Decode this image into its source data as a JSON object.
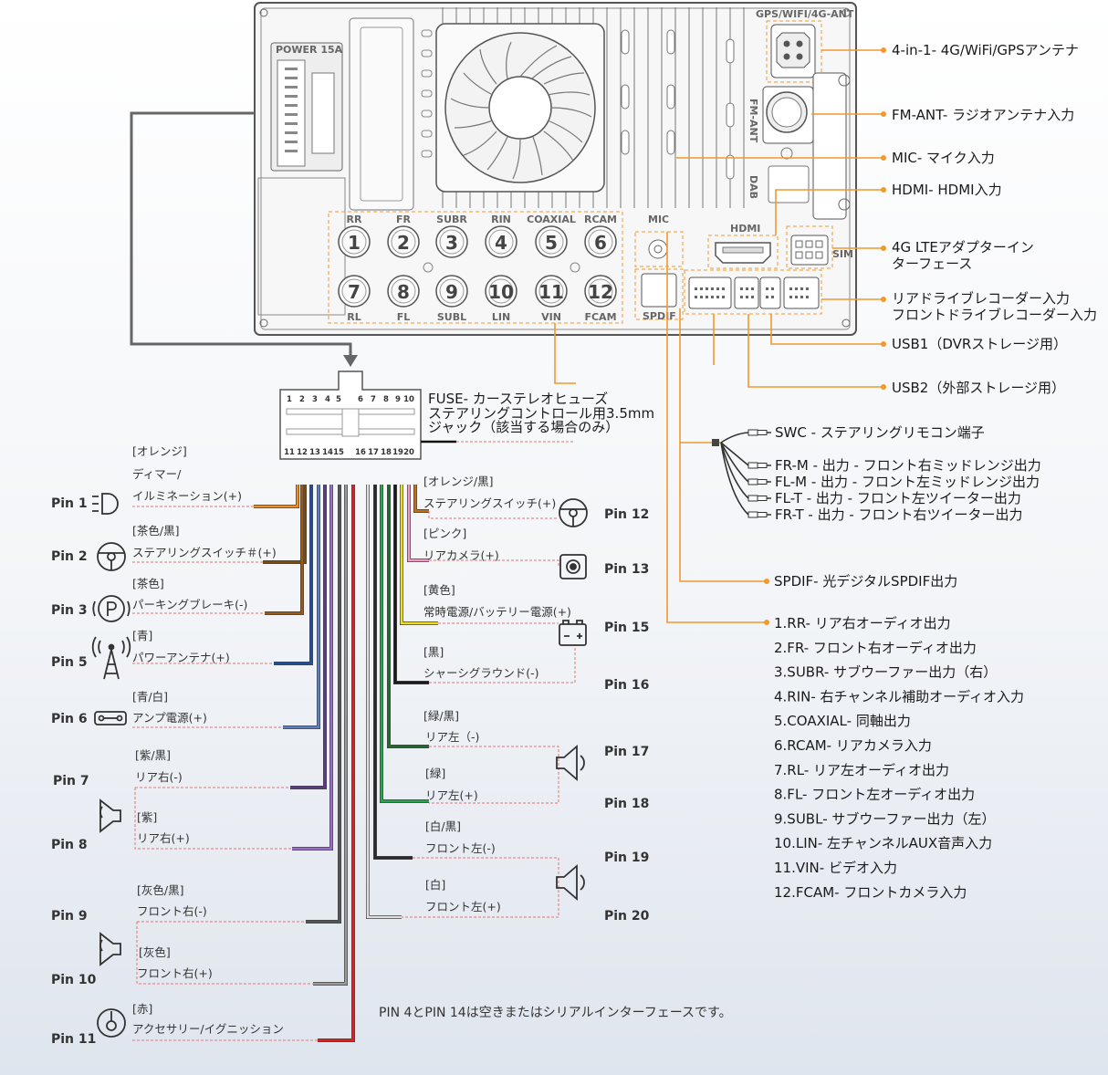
{
  "board": {
    "power": "POWER 15A",
    "gps_silk": "GPS/WIFI/4G-ANT",
    "fm_silk": "FM-ANT",
    "dab_silk": "DAB",
    "mic_silk": "MIC",
    "hdmi_silk": "HDMI",
    "sim_silk": "SIM",
    "spdif_silk": "SPDIF",
    "rca_top": [
      {
        "num": "1",
        "label": "RR"
      },
      {
        "num": "2",
        "label": "FR"
      },
      {
        "num": "3",
        "label": "SUBR"
      },
      {
        "num": "4",
        "label": "RIN"
      },
      {
        "num": "5",
        "label": "COAXIAL"
      },
      {
        "num": "6",
        "label": "RCAM"
      }
    ],
    "rca_bottom": [
      {
        "num": "7",
        "label": "RL"
      },
      {
        "num": "8",
        "label": "FL"
      },
      {
        "num": "9",
        "label": "SUBL"
      },
      {
        "num": "10",
        "label": "LIN"
      },
      {
        "num": "11",
        "label": "VIN"
      },
      {
        "num": "12",
        "label": "FCAM"
      }
    ]
  },
  "connector": {
    "top_pins": [
      "1",
      "2",
      "3",
      "4",
      "5",
      "6",
      "7",
      "8",
      "9",
      "10"
    ],
    "bottom_pins": [
      "11",
      "12",
      "13",
      "14",
      "15",
      "16",
      "17",
      "18",
      "19",
      "20"
    ]
  },
  "right_callouts": {
    "antenna": "4-in-1- 4G/WiFi/GPSアンテナ",
    "fm": "FM-ANT- ラジオアンテナ入力",
    "mic": "MIC- マイク入力",
    "hdmi": "HDMI- HDMI入力",
    "lte_1": "4G LTEアダプターイン",
    "lte_2": "ターフェース",
    "dvr_1": "リアドライブレコーダー入力",
    "dvr_2": "フロントドライブレコーダー入力",
    "usb1": "USB1（DVRストレージ用）",
    "usb2": "USB2（外部ストレージ用）"
  },
  "fuse": {
    "line1": "FUSE- カーステレオヒューズ",
    "line2": "ステアリングコントロール用3.5mm",
    "line3": "ジャック（該当する場合のみ）"
  },
  "harness": {
    "swc": "SWC - ステアリングリモコン端子",
    "frm": "FR-M - 出力 - フロント右ミッドレンジ出力",
    "flm": "FL-M - 出力 - フロント左ミッドレンジ出力",
    "flt": "FL-T - 出力 - フロント左ツイーター出力",
    "frt": "FR-T - 出力 - フロント右ツイーター出力"
  },
  "spdif": "SPDIF- 光デジタルSPDIF出力",
  "rca_list": [
    "1.RR- リア右オーディオ出力",
    "2.FR- フロント右オーディオ出力",
    "3.SUBR- サブウーファー出力（右）",
    "4.RIN- 右チャンネル補助オーディオ入力",
    "5.COAXIAL- 同軸出力",
    "6.RCAM- リアカメラ入力",
    "7.RL- リア左オーディオ出力",
    "8.FL- フロント左オーディオ出力",
    "9.SUBL- サブウーファー出力（左）",
    "10.LIN- 左チャンネルAUX音声入力",
    "11.VIN- ビデオ入力",
    "12.FCAM- フロントカメラ入力"
  ],
  "left_pins": {
    "p1": {
      "pin": "Pin 1",
      "color": "[オレンジ]",
      "label1": "ディマー/",
      "label2": "イルミネーション(+)",
      "wire": "#f28c1e"
    },
    "p2": {
      "pin": "Pin 2",
      "color": "[茶色/黒]",
      "label": "ステアリングスイッチ＃(+)",
      "wire": "#7a4a12"
    },
    "p3": {
      "pin": "Pin 3",
      "color": "[茶色]",
      "label": "パーキングブレーキ(-)",
      "wire": "#9a5a14"
    },
    "p5": {
      "pin": "Pin 5",
      "color": "[青]",
      "label": "パワーアンテナ(+)",
      "wire": "#1d4f9e"
    },
    "p6": {
      "pin": "Pin 6",
      "color": "[青/白]",
      "label": "アンプ電源(+)",
      "wire": "#5b7fc4"
    },
    "p7": {
      "pin": "Pin 7",
      "color": "[紫/黒]",
      "label": "リア右(-)",
      "wire": "#5e3a85"
    },
    "p8": {
      "pin": "Pin 8",
      "color": "[紫]",
      "label": "リア右(+)",
      "wire": "#9a6bd1"
    },
    "p9": {
      "pin": "Pin 9",
      "color": "[灰色/黒]",
      "label": "フロント右(-)",
      "wire": "#555555"
    },
    "p10": {
      "pin": "Pin 10",
      "color": "[灰色]",
      "label": "フロント右(+)",
      "wire": "#9a9a9a"
    },
    "p11": {
      "pin": "Pin 11",
      "color": "[赤]",
      "label": "アクセサリー/イグニッション",
      "wire": "#e02020"
    }
  },
  "right_pins": {
    "p12": {
      "pin": "Pin 12",
      "color": "[オレンジ/黒]",
      "label": "ステアリングスイッチ(+)",
      "wire": "#c47012"
    },
    "p13": {
      "pin": "Pin 13",
      "color": "[ピンク]",
      "label": "リアカメラ(+)",
      "wire": "#f19ac6"
    },
    "p15": {
      "pin": "Pin 15",
      "color": "[黄色]",
      "label": "常時電源/バッテリー電源(+)",
      "wire": "#f0dd1e"
    },
    "p16": {
      "pin": "Pin 16",
      "color": "[黒]",
      "label": "シャーシグラウンド(-)",
      "wire": "#1a1a1a"
    },
    "p17": {
      "pin": "Pin 17",
      "color": "[緑/黒]",
      "label": "リア左（-)",
      "wire": "#1e6b2a"
    },
    "p18": {
      "pin": "Pin 18",
      "color": "[緑]",
      "label": "リア左(+)",
      "wire": "#22a84a"
    },
    "p19": {
      "pin": "Pin 19",
      "color": "[白/黒]",
      "label": "フロント左(-)",
      "wire": "#2a2a2a"
    },
    "p20": {
      "pin": "Pin 20",
      "color": "[白]",
      "label": "フロント左(+)",
      "wire": "#dedede"
    }
  },
  "note": "PIN 4とPIN 14は空きまたはシリアルインターフェースです。",
  "colors": {
    "callout": "#f0992f",
    "dashed": "#e57373",
    "board": "#555555"
  }
}
